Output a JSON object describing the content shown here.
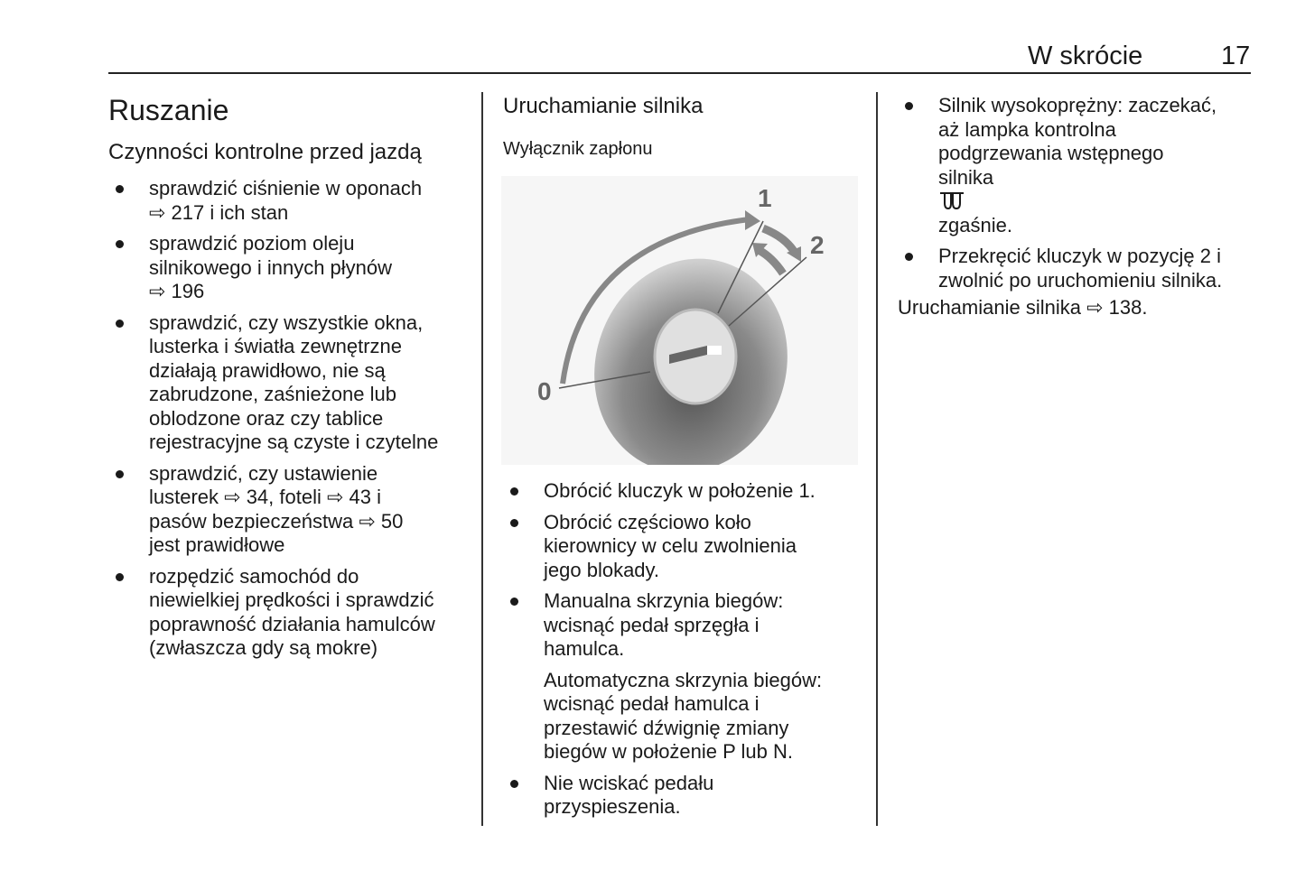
{
  "header": {
    "section": "W skrócie",
    "page": "17"
  },
  "col1": {
    "title": "Ruszanie",
    "subtitle": "Czynności kontrolne przed jazdą",
    "items": [
      "sprawdzić ciśnienie w oponach\n⇨ 217 i ich stan",
      "sprawdzić poziom oleju\nsilnikowego i innych płynów\n⇨ 196",
      "sprawdzić, czy wszystkie okna,\nlusterka i światła zewnętrzne\ndziałają prawidłowo, nie są\nzabrudzone, zaśnieżone lub\noblodzone oraz czy tablice\nrejestracyjne są czyste i czytelne",
      "sprawdzić, czy ustawienie\nlusterek ⇨ 34, foteli ⇨ 43 i\npasów bezpieczeństwa ⇨ 50\njest prawidłowe",
      "rozpędzić samochód do\nniewielkiej prędkości i sprawdzić\npoprawność działania hamulców\n(zwłaszcza gdy są mokre)"
    ]
  },
  "col2": {
    "title": "Uruchamianie silnika",
    "subtitle": "Wyłącznik zapłonu",
    "figure": {
      "labels": [
        "0",
        "1",
        "2"
      ]
    },
    "items": [
      "Obrócić kluczyk w położenie 1.",
      "Obrócić częściowo koło\nkierownicy w celu zwolnienia\njego blokady.",
      "Manualna skrzynia biegów:\nwcisnąć pedał sprzęgła i\nhamulca.",
      "Nie wciskać pedału\nprzyspieszenia."
    ],
    "auto_note": "Automatyczna skrzynia biegów:\nwcisnąć pedał hamulca i\nprzestawić dźwignię zmiany\nbiegów w położenie P lub N."
  },
  "col3": {
    "item1_a": "Silnik wysokoprężny: zaczekać,\naż lampka kontrolna\npodgrzewania wstępnego\nsilnika",
    "item1_b": "zgaśnie.",
    "item2": "Przekręcić kluczyk w pozycję 2 i\nzwolnić po uruchomieniu silnika.",
    "reference": "Uruchamianie silnika ⇨ 138."
  }
}
